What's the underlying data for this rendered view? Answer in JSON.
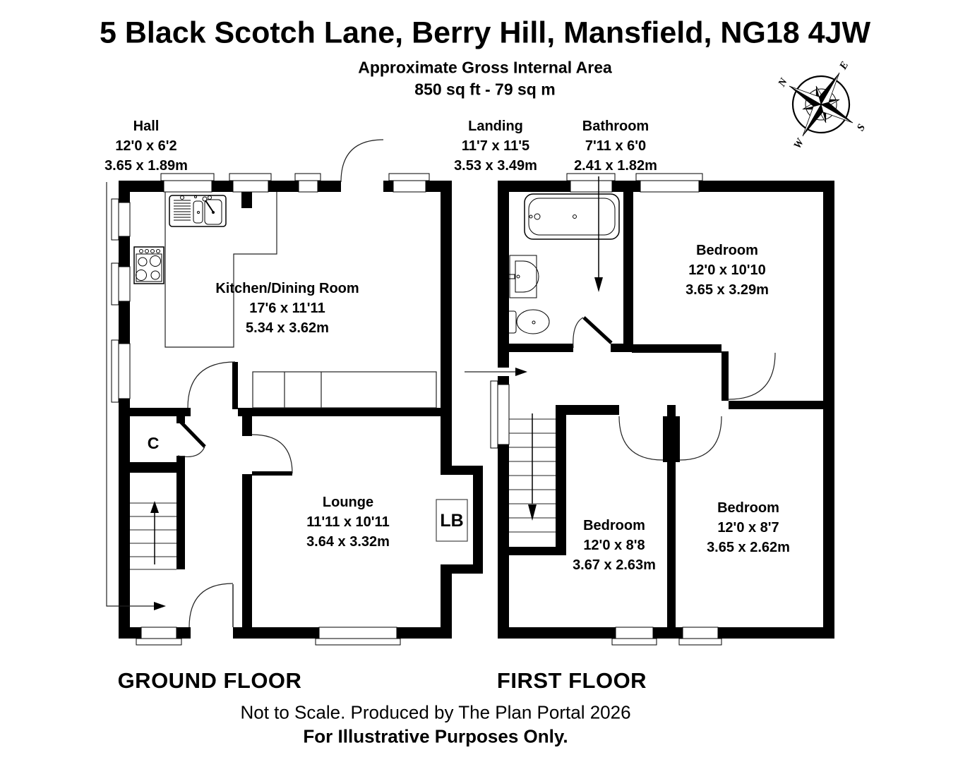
{
  "header": {
    "title": "5 Black Scotch Lane, Berry Hill, Mansfield, NG18 4JW",
    "subtitle": "Approximate Gross Internal Area",
    "area": "850 sq ft - 79 sq m"
  },
  "compass": {
    "n": "N",
    "e": "E",
    "s": "S",
    "w": "W"
  },
  "rooms": [
    {
      "name": "Hall",
      "imperial": "12'0 x 6'2",
      "metric": "3.65 x 1.89m"
    },
    {
      "name": "Landing",
      "imperial": "11'7 x 11'5",
      "metric": "3.53 x 3.49m"
    },
    {
      "name": "Bathroom",
      "imperial": "7'11 x 6'0",
      "metric": "2.41 x 1.82m"
    },
    {
      "name": "Kitchen/Dining Room",
      "imperial": "17'6 x 11'11",
      "metric": "5.34 x 3.62m"
    },
    {
      "name": "Bedroom",
      "imperial": "12'0 x 10'10",
      "metric": "3.65 x 3.29m"
    },
    {
      "name": "Lounge",
      "imperial": "11'11 x 10'11",
      "metric": "3.64 x 3.32m"
    },
    {
      "name": "Bedroom",
      "imperial": "12'0 x 8'8",
      "metric": "3.67 x 2.63m"
    },
    {
      "name": "Bedroom",
      "imperial": "12'0 x 8'7",
      "metric": "3.65 x 2.62m"
    }
  ],
  "labels": {
    "cupboard": "C",
    "letterbox": "LB"
  },
  "floors": {
    "ground": "GROUND FLOOR",
    "first": "FIRST FLOOR"
  },
  "footer": {
    "line1": "Not to Scale. Produced by The Plan Portal 2026",
    "line2": "For Illustrative Purposes Only."
  }
}
